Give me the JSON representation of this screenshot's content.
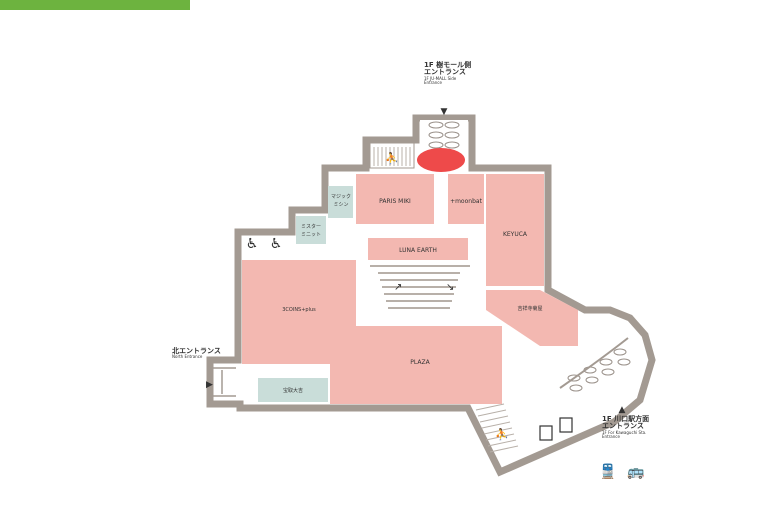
{
  "header": {
    "title": ""
  },
  "entrances": {
    "mall": {
      "jp1": "1F 樹モール側",
      "jp2": "エントランス",
      "en1": "1F JU-MALL Side",
      "en2": "Entrance"
    },
    "north": {
      "jp": "北エントランス",
      "en": "North Entrance"
    },
    "station": {
      "jp1": "1F 川口駅方面",
      "jp2": "エントランス",
      "en1": "1F For Kawaguchi Sta.",
      "en2": "Entrance"
    }
  },
  "shops": {
    "paris_miki": "PARIS MIKI",
    "moonbat": "+moonbat",
    "magic_mishin_1": "マジック",
    "magic_mishin_2": "ミシン",
    "mister_minit_1": "ミスター",
    "mister_minit_2": "ミニット",
    "keyuca": "KEYUCA",
    "luna_earth": "LUNA EARTH",
    "three_coins": "3COINS+plus",
    "plaza": "PLAZA",
    "kichijoji_kikaku": "吉祥寺菊屋",
    "takarakuji": "宝取大吉"
  },
  "colors": {
    "wall": "#a39a92",
    "shop": "#f3b8b1",
    "service": "#c9ddd9",
    "highlight": "#ee4a4a",
    "header": "#6db33f"
  },
  "icons": [
    "wheelchair-icon",
    "wheelchair-icon",
    "escalator-icon",
    "stairs-icon",
    "elevator-icon",
    "train-icon",
    "bus-icon",
    "arrow-icon"
  ]
}
